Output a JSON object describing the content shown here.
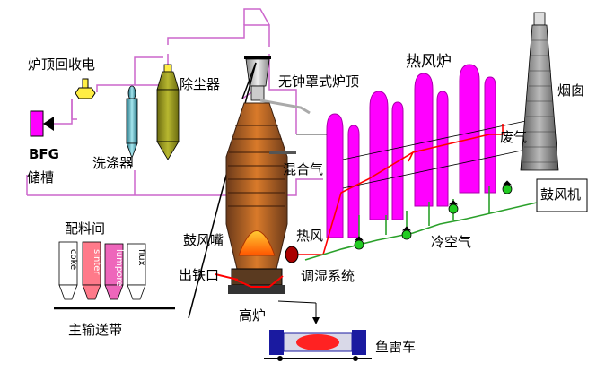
{
  "labels": {
    "top_gas_recovery": "炉顶回收电",
    "dust_collector": "除尘器",
    "bell_less_top": "无钟罩式炉顶",
    "hot_stove": "热风炉",
    "chimney": "烟囱",
    "bfg": "BFG",
    "storage_tank": "储槽",
    "scrubber": "洗涤器",
    "mixed_gas": "混合气",
    "waste_gas": "废气",
    "blower": "鼓风机",
    "batching_room": "配料间",
    "tuyere": "鼓风嘴",
    "hot_blast": "热风",
    "cold_air": "冷空气",
    "taphole": "出铁口",
    "humidity_system": "调湿系统",
    "main_conveyor": "主输送带",
    "blast_furnace": "高炉",
    "torpedo_car": "鱼雷车"
  },
  "bins": [
    "coke",
    "sinter",
    "lumpore",
    "flux"
  ],
  "colors": {
    "magenta": "#ff00ff",
    "pipe_purple": "#cc66cc",
    "hot_line": "#ff0000",
    "cold_line": "#2aa02a",
    "fan_green": "#22cc22",
    "car_blue": "#1a1aa0"
  }
}
